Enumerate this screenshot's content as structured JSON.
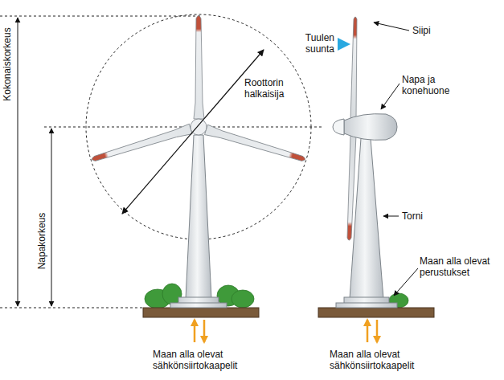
{
  "diagram": {
    "labels": [
      "Kokonaiskorkeus",
      "Napakorkeus",
      "Roottorin halkaisija",
      "Tuulen suunta",
      "Siipi",
      "Napa ja konehuone",
      "Torni",
      "Maan alla olevat perustukset",
      "Maan alla olevat sähkönsiirtokaapelit",
      "Maan alla olevat sähkönsiirtokaapelit"
    ]
  }
}
